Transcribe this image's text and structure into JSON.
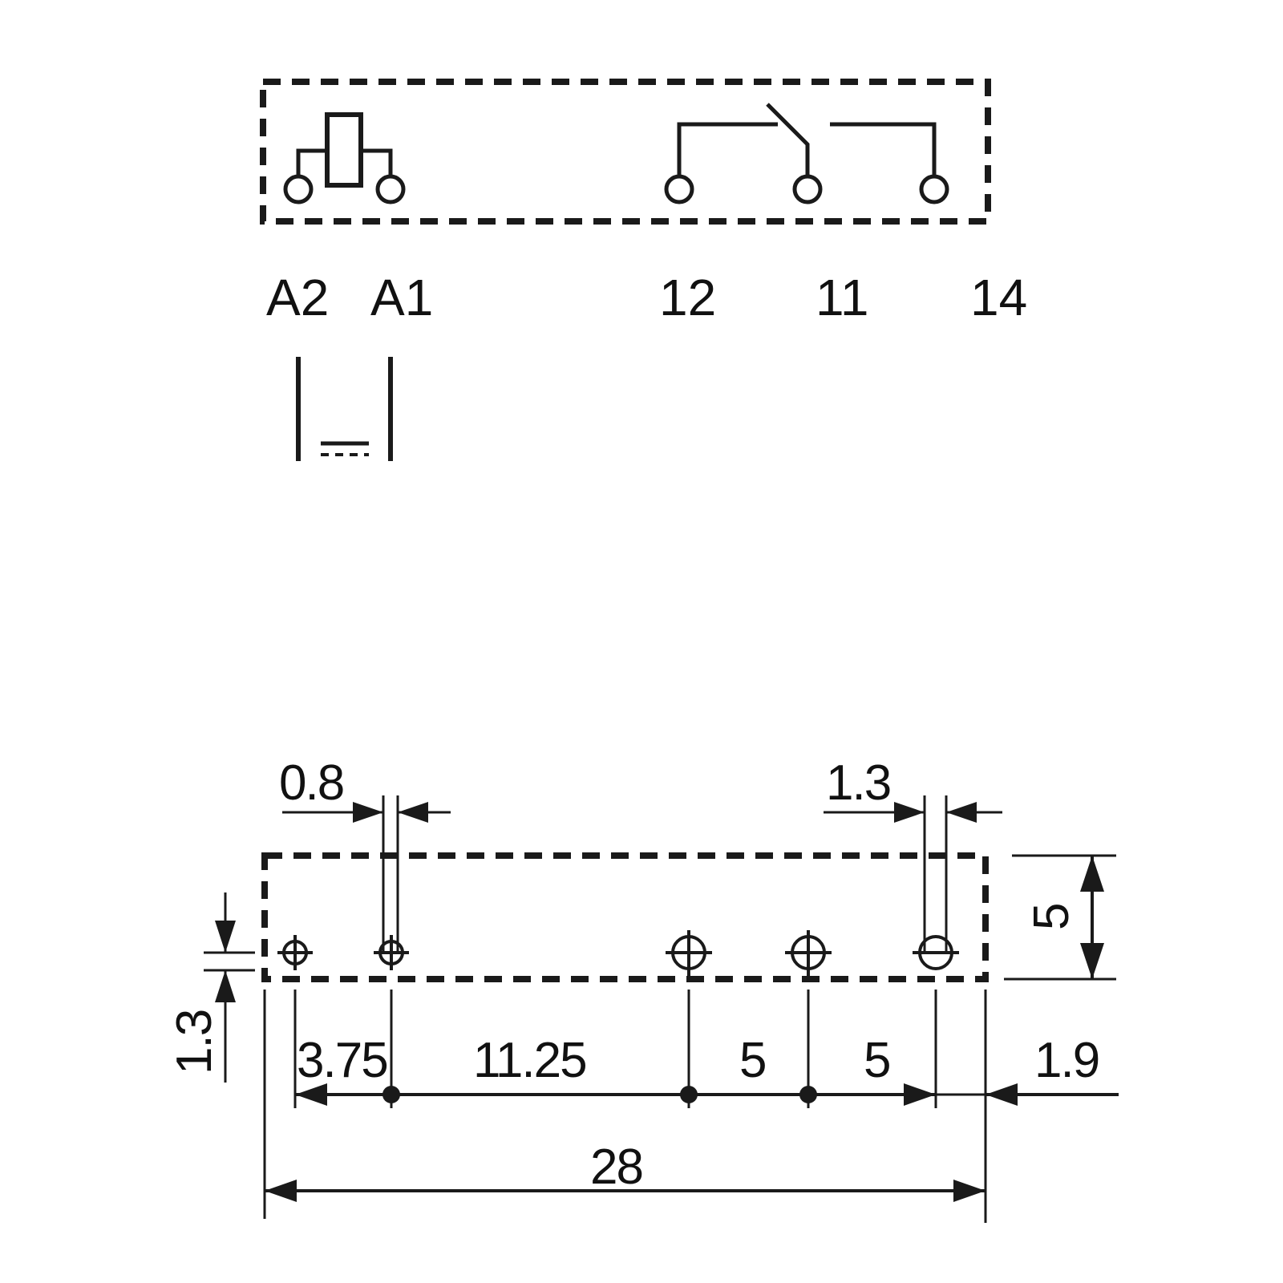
{
  "schematic": {
    "terminal_labels": [
      "A2",
      "A1",
      "12",
      "11",
      "14"
    ]
  },
  "footprint": {
    "dimensions": {
      "pin_width_small": "0.8",
      "pin_width_large": "1.3",
      "height": "5",
      "pin_offset_side": "1.3",
      "pitch_a": "3.75",
      "pitch_b": "11.25",
      "pitch_c": "5",
      "pitch_d": "5",
      "edge_right": "1.9",
      "total_length": "28"
    }
  },
  "colors": {
    "ink": "#1a1a1a",
    "background": "#ffffff"
  }
}
